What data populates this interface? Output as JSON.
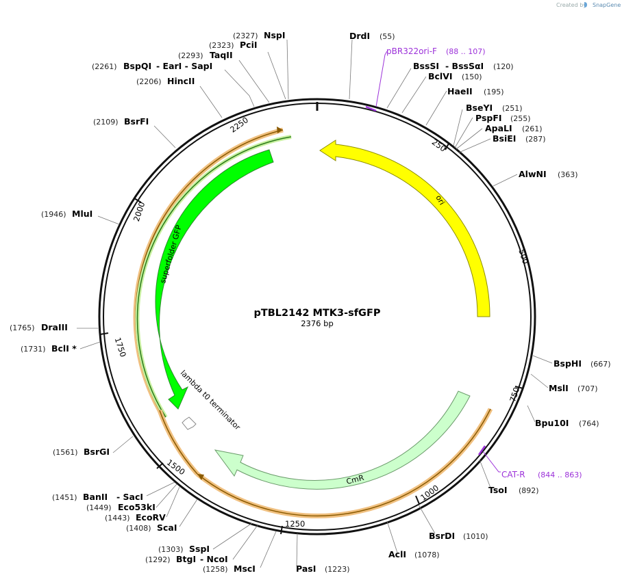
{
  "credit": {
    "prefix": "Created by",
    "brand": "SnapGene"
  },
  "plasmid": {
    "name": "pTBL2142 MTK3-sfGFP",
    "length_label": "2376 bp",
    "length": 2376
  },
  "ticks": [
    {
      "label": "250",
      "pos": 250
    },
    {
      "label": "500",
      "pos": 500
    },
    {
      "label": "750",
      "pos": 750
    },
    {
      "label": "1000",
      "pos": 1000
    },
    {
      "label": "1250",
      "pos": 1250
    },
    {
      "label": "1500",
      "pos": 1500
    },
    {
      "label": "1750",
      "pos": 1750
    },
    {
      "label": "2000",
      "pos": 2000
    },
    {
      "label": "2250",
      "pos": 2250
    }
  ],
  "features": [
    {
      "name": "ori",
      "color": "#ffff00",
      "stroke": "#8c8c00"
    },
    {
      "name": "CmR",
      "color": "#ccffcc",
      "stroke": "#6a9a6a"
    },
    {
      "name": "superfolder GFP",
      "color": "#00ff00",
      "stroke": "#2a8a2a"
    },
    {
      "name": "lambda t0 terminator",
      "color": "#ffffff",
      "stroke": "#888888"
    }
  ],
  "primers": [
    {
      "name": "pBR322ori-F",
      "range": "(88 .. 107)",
      "color": "#9b30d9"
    },
    {
      "name": "CAT-R",
      "range": "(844 .. 863)",
      "color": "#9b30d9"
    }
  ],
  "sites": [
    {
      "name": "NspI",
      "pos": "(2327)"
    },
    {
      "name": "PciI",
      "pos": "(2323)"
    },
    {
      "name": "TaqII",
      "pos": "(2293)"
    },
    {
      "name": "BspQI",
      "pos": "(2261)",
      "alt": "- EarI  - SapI"
    },
    {
      "name": "HincII",
      "pos": "(2206)"
    },
    {
      "name": "BsrFI",
      "pos": "(2109)"
    },
    {
      "name": "MluI",
      "pos": "(1946)"
    },
    {
      "name": "DraIII",
      "pos": "(1765)"
    },
    {
      "name": "BclI *",
      "pos": "(1731)"
    },
    {
      "name": "BsrGI",
      "pos": "(1561)"
    },
    {
      "name": "BanII",
      "pos": "(1451)",
      "alt": "- SacI"
    },
    {
      "name": "Eco53kI",
      "pos": "(1449)"
    },
    {
      "name": "EcoRV",
      "pos": "(1443)"
    },
    {
      "name": "ScaI",
      "pos": "(1408)"
    },
    {
      "name": "SspI",
      "pos": "(1303)"
    },
    {
      "name": "BtgI",
      "pos": "(1292)",
      "alt": "- NcoI"
    },
    {
      "name": "MscI",
      "pos": "(1258)"
    },
    {
      "name": "PasI",
      "pos": "(1223)"
    },
    {
      "name": "AclI",
      "pos": "(1078)"
    },
    {
      "name": "BsrDI",
      "pos": "(1010)"
    },
    {
      "name": "TsoI",
      "pos": "(892)"
    },
    {
      "name": "Bpu10I",
      "pos": "(764)"
    },
    {
      "name": "MslI",
      "pos": "(707)"
    },
    {
      "name": "BspHI",
      "pos": "(667)"
    },
    {
      "name": "AlwNI",
      "pos": "(363)"
    },
    {
      "name": "BsiEI",
      "pos": "(287)"
    },
    {
      "name": "ApaLI",
      "pos": "(261)"
    },
    {
      "name": "PspFI",
      "pos": "(255)"
    },
    {
      "name": "BseYI",
      "pos": "(251)"
    },
    {
      "name": "HaeII",
      "pos": "(195)"
    },
    {
      "name": "BclVI",
      "pos": "(150)"
    },
    {
      "name": "BssSI",
      "pos": "(120)",
      "alt": "- BssSαI"
    },
    {
      "name": "DrdI",
      "pos": "(55)"
    }
  ]
}
